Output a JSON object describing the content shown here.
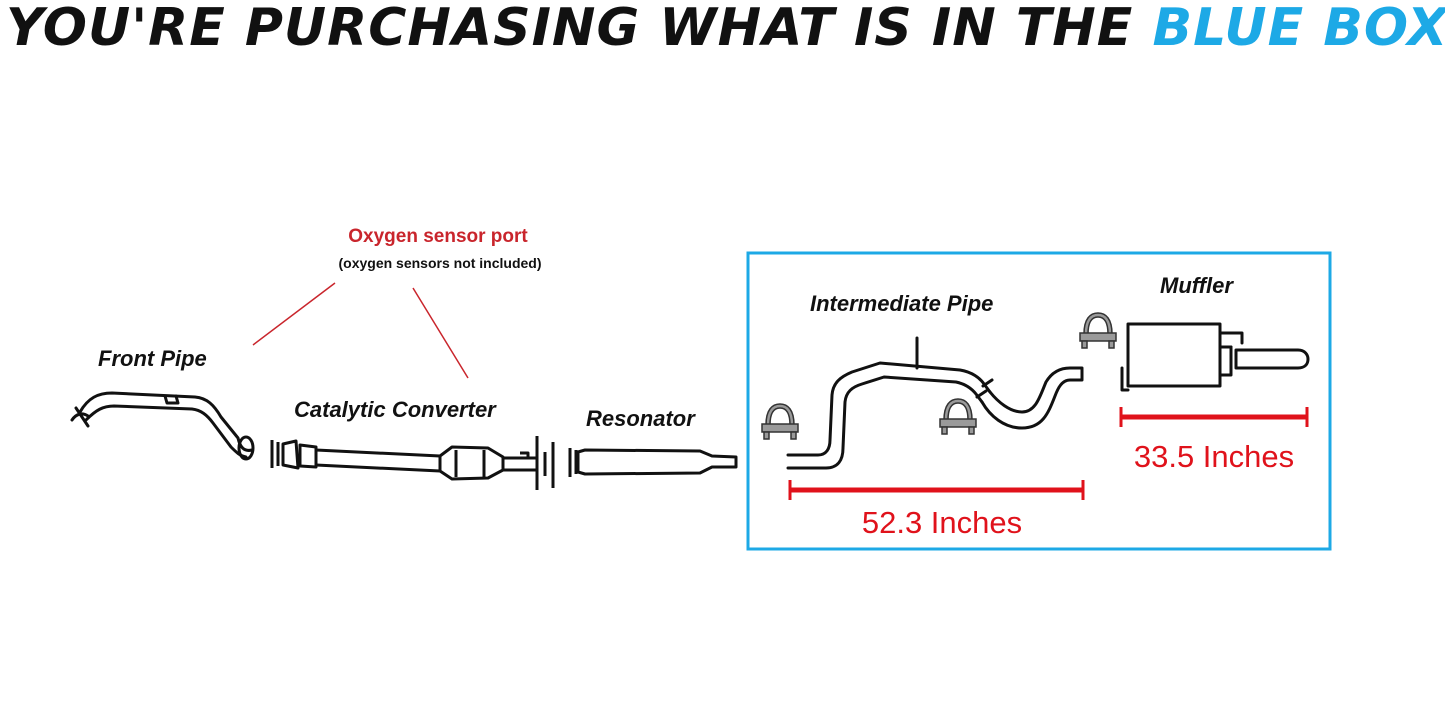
{
  "headline": {
    "lead": "YOU'RE PURCHASING WHAT IS IN THE",
    "highlight": "BLUE BOX"
  },
  "colors": {
    "accent_blue": "#1da9e6",
    "measure_red": "#e0121b",
    "sensor_red": "#c9252c",
    "line": "#111111"
  },
  "sensor_note": {
    "title": "Oxygen sensor port",
    "subtitle": "(oxygen sensors not included)"
  },
  "parts": {
    "front_pipe": "Front Pipe",
    "catalytic_converter": "Catalytic Converter",
    "resonator": "Resonator",
    "intermediate_pipe": "Intermediate Pipe",
    "muffler": "Muffler"
  },
  "measurements": {
    "intermediate_length": "52.3 Inches",
    "muffler_length": "33.5 Inches"
  },
  "icons": [
    "u-bolt-clamp-icon"
  ]
}
